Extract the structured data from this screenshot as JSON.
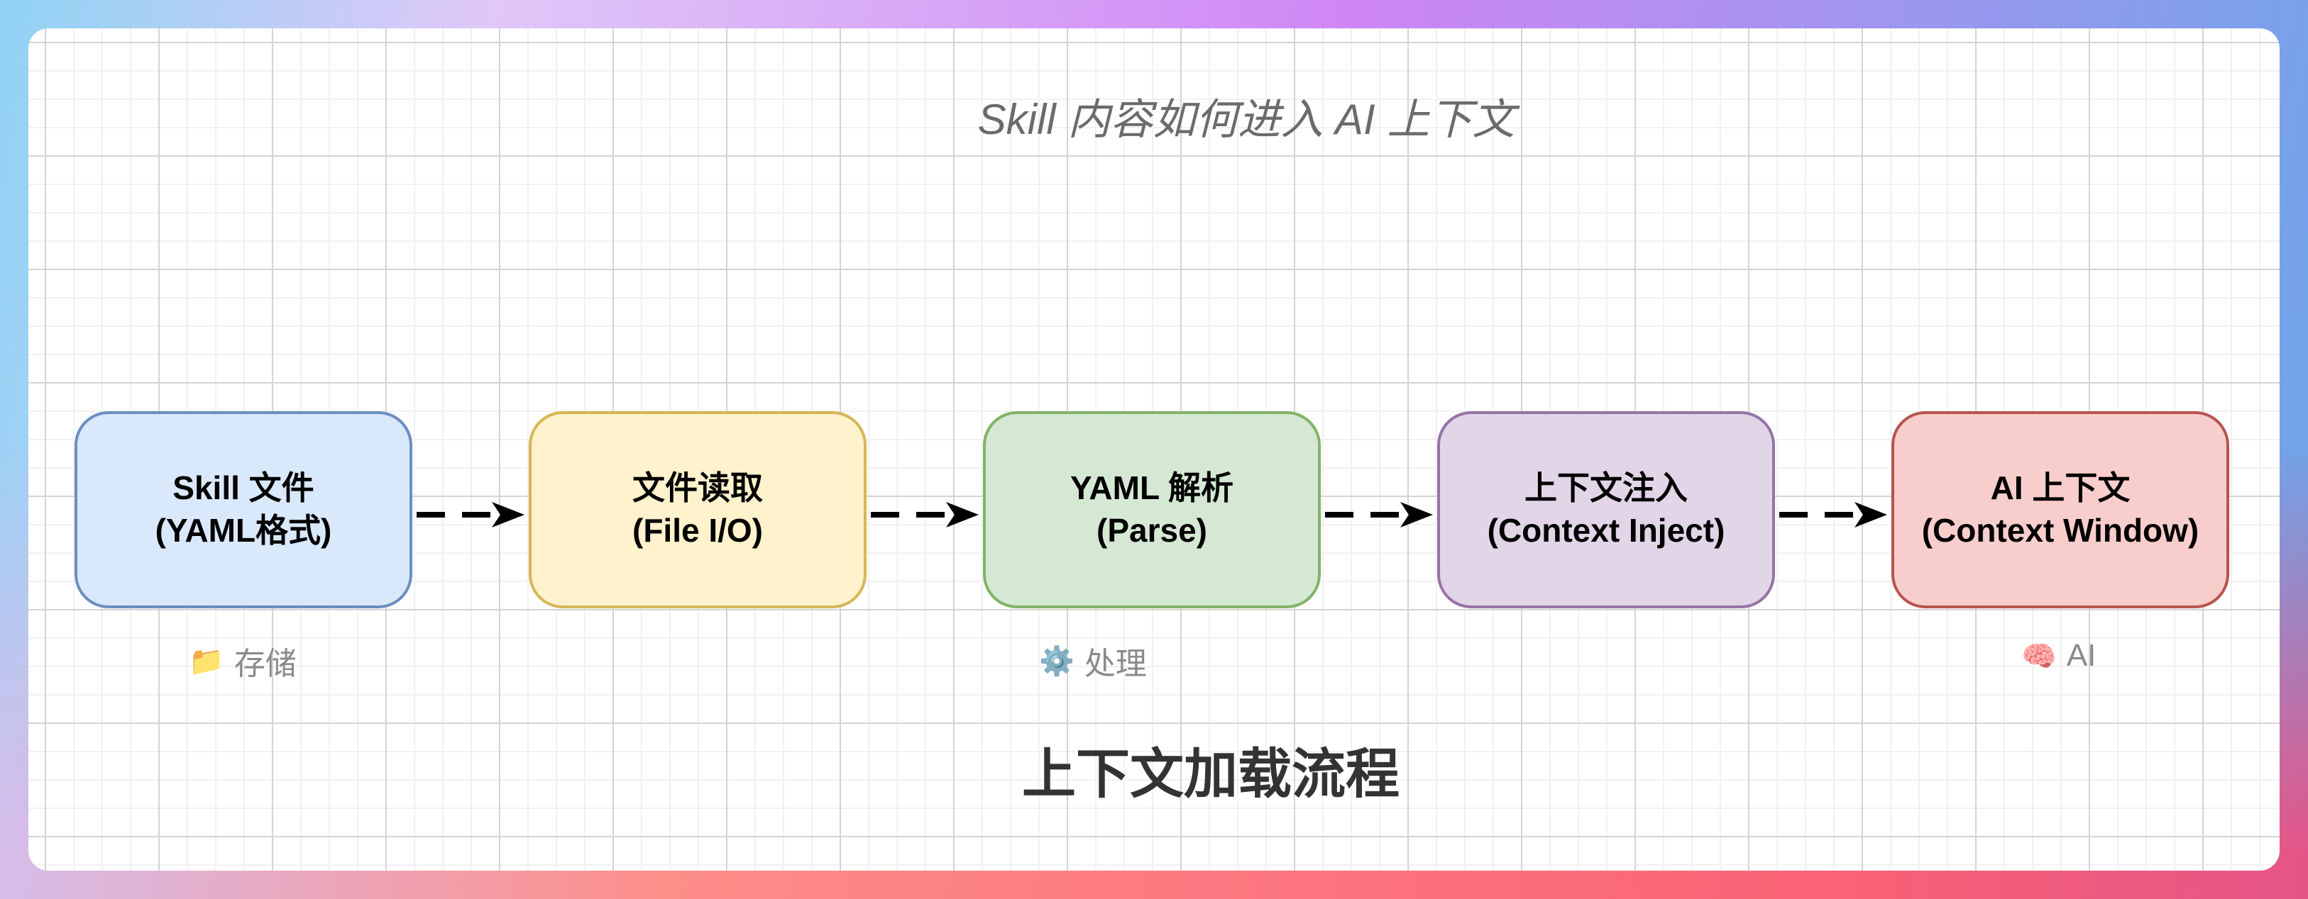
{
  "diagram": {
    "top_title": "Skill 内容如何进入 AI 上下文",
    "bottom_title": "上下文加载流程",
    "nodes": [
      {
        "line1": "Skill 文件",
        "line2": "(YAML格式)",
        "fill": "#dae8fc",
        "stroke": "#6c8ebf"
      },
      {
        "line1": "文件读取",
        "line2": "(File I/O)",
        "fill": "#fff2cc",
        "stroke": "#d6b656"
      },
      {
        "line1": "YAML 解析",
        "line2": "(Parse)",
        "fill": "#d5e8d4",
        "stroke": "#82b366"
      },
      {
        "line1": "上下文注入",
        "line2": "(Context Inject)",
        "fill": "#e1d5e7",
        "stroke": "#9673a6"
      },
      {
        "line1": "AI 上下文",
        "line2": "(Context Window)",
        "fill": "#f8cecc",
        "stroke": "#b85450"
      }
    ],
    "edges": [
      {
        "from": 0,
        "to": 1,
        "style": "dashed"
      },
      {
        "from": 1,
        "to": 2,
        "style": "dashed"
      },
      {
        "from": 2,
        "to": 3,
        "style": "dashed"
      },
      {
        "from": 3,
        "to": 4,
        "style": "dashed"
      }
    ],
    "sublabels": [
      {
        "icon": "folder-icon",
        "glyph": "📁",
        "text": "存储"
      },
      {
        "icon": "gear-icon",
        "glyph": "⚙️",
        "text": "处理"
      },
      {
        "icon": "brain-icon",
        "glyph": "🧠",
        "text": "AI"
      }
    ]
  }
}
